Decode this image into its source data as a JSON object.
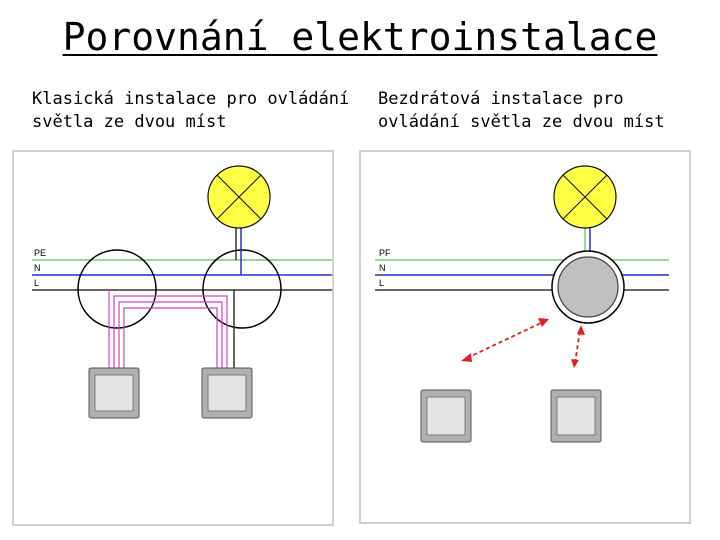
{
  "title": "Porovnání elektroinstalace",
  "left_panel": {
    "caption": "Klasická instalace pro ovládání\nsvětla ze dvou míst",
    "wire_labels": [
      "PE",
      "N",
      "L"
    ]
  },
  "right_panel": {
    "caption": "Bezdrátová instalace pro\novládání světla ze dvou míst",
    "wire_labels": [
      "PF",
      "N",
      "L"
    ]
  },
  "colors": {
    "pe_wire": "#6fcf6f",
    "n_wire": "#2a2ad8",
    "l_wire": "#333333",
    "lamp": "#ffff44",
    "switch_wire": "#d040d0",
    "wireless_signal": "#e02020",
    "receiver": "#c0c0c0"
  }
}
